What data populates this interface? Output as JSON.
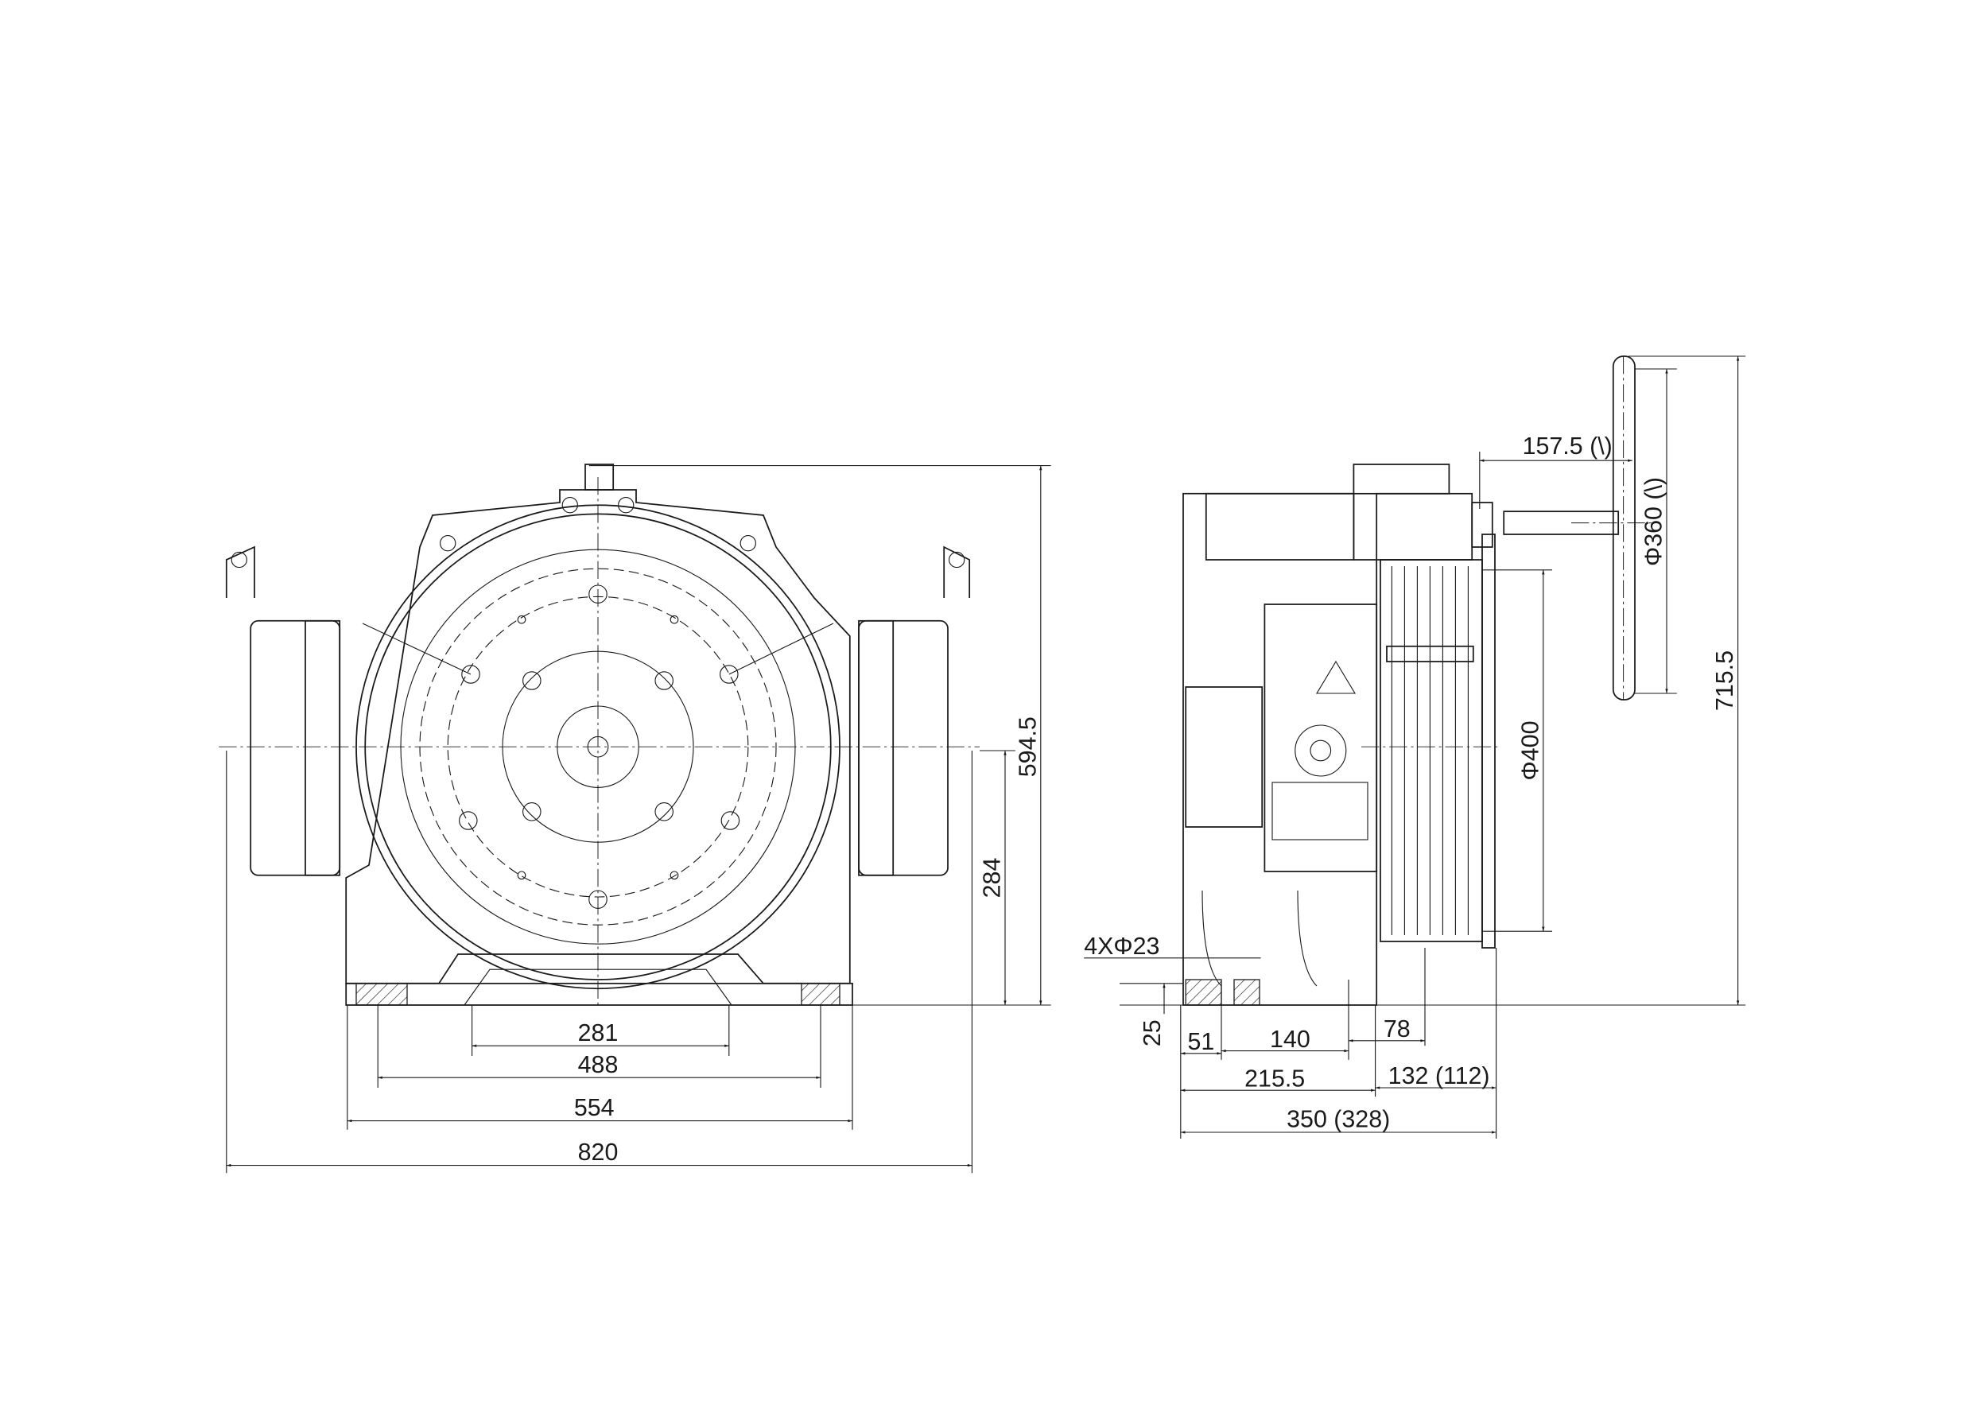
{
  "front_view": {
    "dimensions": {
      "width_281": "281",
      "width_488": "488",
      "width_554": "554",
      "width_820": "820",
      "height_594_5": "594.5",
      "height_284": "284"
    }
  },
  "side_view": {
    "dimensions": {
      "handwheel_offset": "157.5 (\\)",
      "handwheel_diameter": "Φ360 (\\)",
      "overall_height": "715.5",
      "sheave_diameter": "Φ400",
      "mounting_holes": "4XΦ23",
      "base_thickness": "25",
      "d_51": "51",
      "d_140": "140",
      "d_78": "78",
      "d_215_5": "215.5",
      "d_132": "132 (112)",
      "d_350": "350 (328)"
    }
  }
}
